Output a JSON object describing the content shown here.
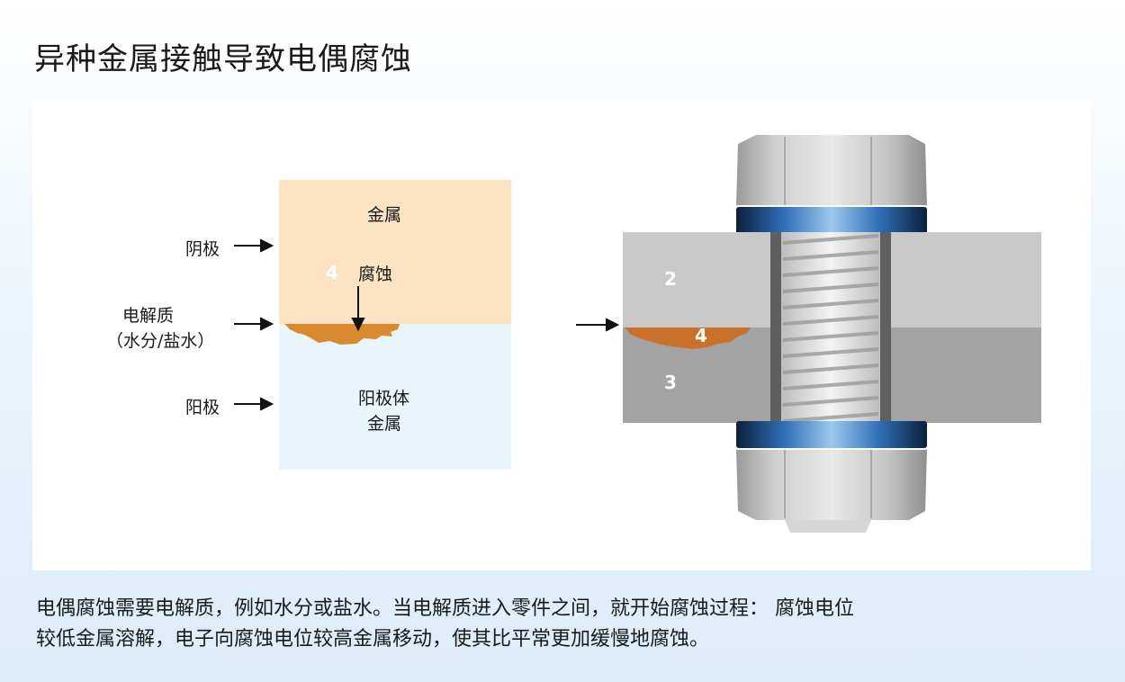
{
  "title": "异种金属接触导致电偶腐蚀",
  "left_diagram": {
    "top_metal_label": "金属",
    "cathode_label": "阴极",
    "corrosion_label": "腐蚀",
    "corrosion_number": "4",
    "electrolyte_label": "电解质",
    "electrolyte_note": "（水分/盐水）",
    "anode_label": "阳极",
    "anode_metal_line1": "阳极体",
    "anode_metal_line2": "金属"
  },
  "right_diagram": {
    "part_upper_number": "2",
    "corrosion_number": "4",
    "part_lower_number": "3"
  },
  "colors": {
    "cathode_metal": "#fbe3c4",
    "anode_metal": "#eaf4fb",
    "corrosion": "#d98a2e",
    "upper_plate": "#c9c9c9",
    "lower_plate": "#a3a3a3",
    "washer": "#2f6fb8"
  },
  "caption": {
    "line1": "电偶腐蚀需要电解质，例如水分或盐水。当电解质进入零件之间，就开始腐蚀过程： 腐蚀电位",
    "line2": "较低金属溶解，电子向腐蚀电位较高金属移动，使其比平常更加缓慢地腐蚀。"
  }
}
